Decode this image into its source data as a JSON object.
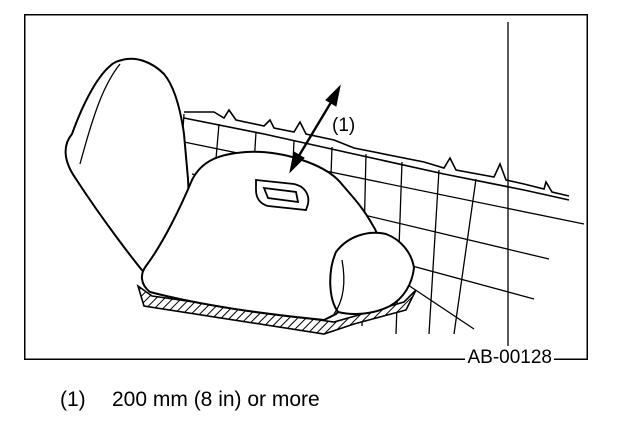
{
  "figure": {
    "callout": "(1)",
    "code": "AB-00128"
  },
  "caption": {
    "number": "(1)",
    "text": "200 mm (8 in) or more"
  }
}
